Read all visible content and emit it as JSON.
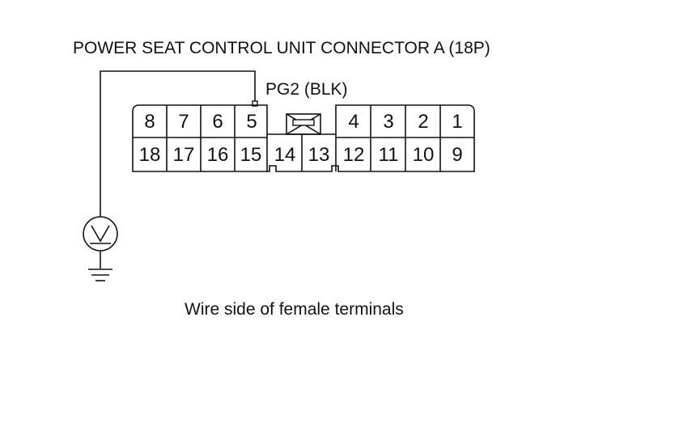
{
  "title": "POWER SEAT CONTROL UNIT CONNECTOR A (18P)",
  "wire_label": "PG2 (BLK)",
  "caption": "Wire side of female terminals",
  "connector": {
    "top_left": [
      "8",
      "7",
      "6",
      "5"
    ],
    "top_right": [
      "4",
      "3",
      "2",
      "1"
    ],
    "bottom_left": [
      "18",
      "17",
      "16",
      "15"
    ],
    "bottom_center": [
      "14",
      "13"
    ],
    "bottom_right": [
      "12",
      "11",
      "10",
      "9"
    ]
  },
  "meter_symbol": "V",
  "icons": [
    "voltmeter-icon",
    "ground-icon",
    "connector-lock-icon"
  ]
}
